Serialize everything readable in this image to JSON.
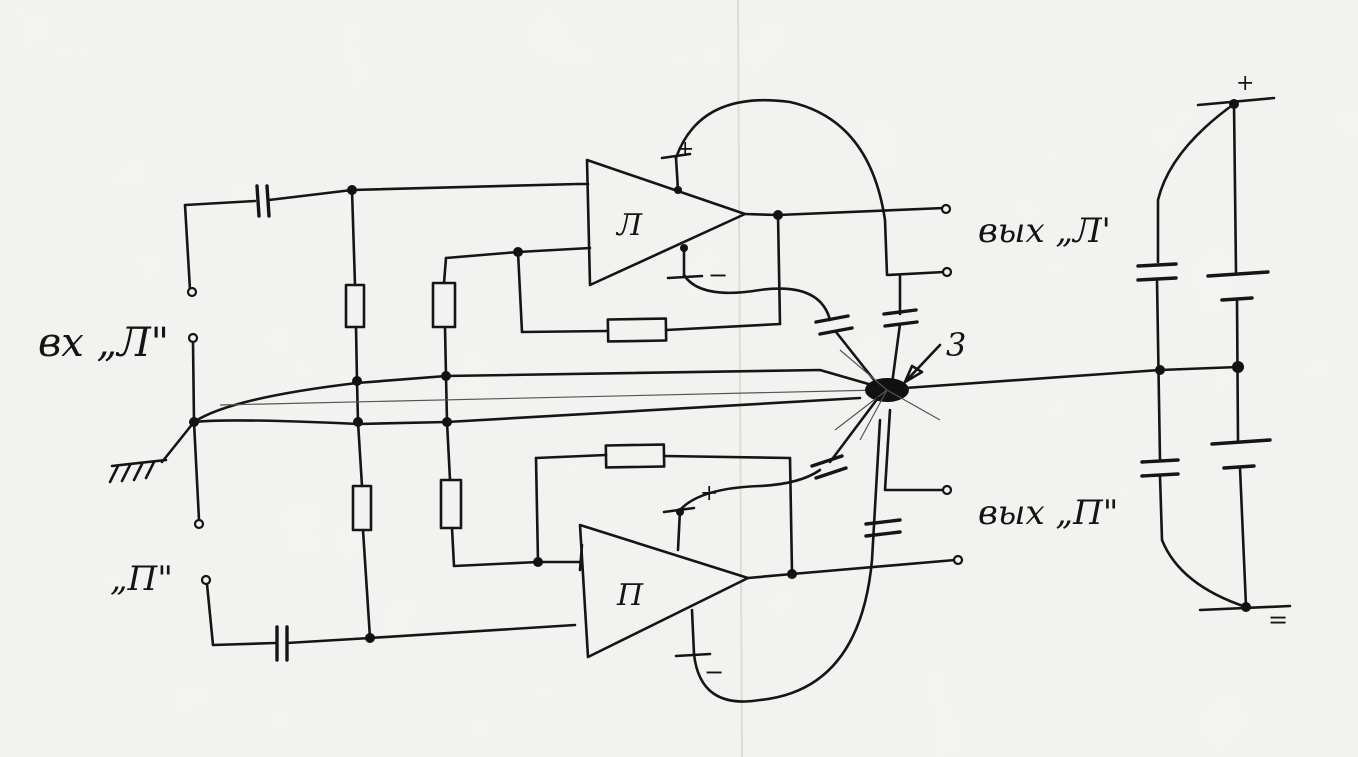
{
  "labels": {
    "input_left": "вх „Л\"",
    "input_right": "„П\"",
    "output_left": "вых „Л'",
    "output_right": "вых „П\"",
    "amp_left": "Л",
    "amp_right": "П",
    "star_point": "3",
    "supply_plus_top": "+",
    "supply_minus_bottom": "=",
    "amp_left_plus": "+",
    "amp_left_minus": "−",
    "amp_right_plus": "+",
    "amp_right_minus": "−"
  },
  "colors": {
    "ink": "#151515",
    "paper": "#f3f3f1"
  }
}
